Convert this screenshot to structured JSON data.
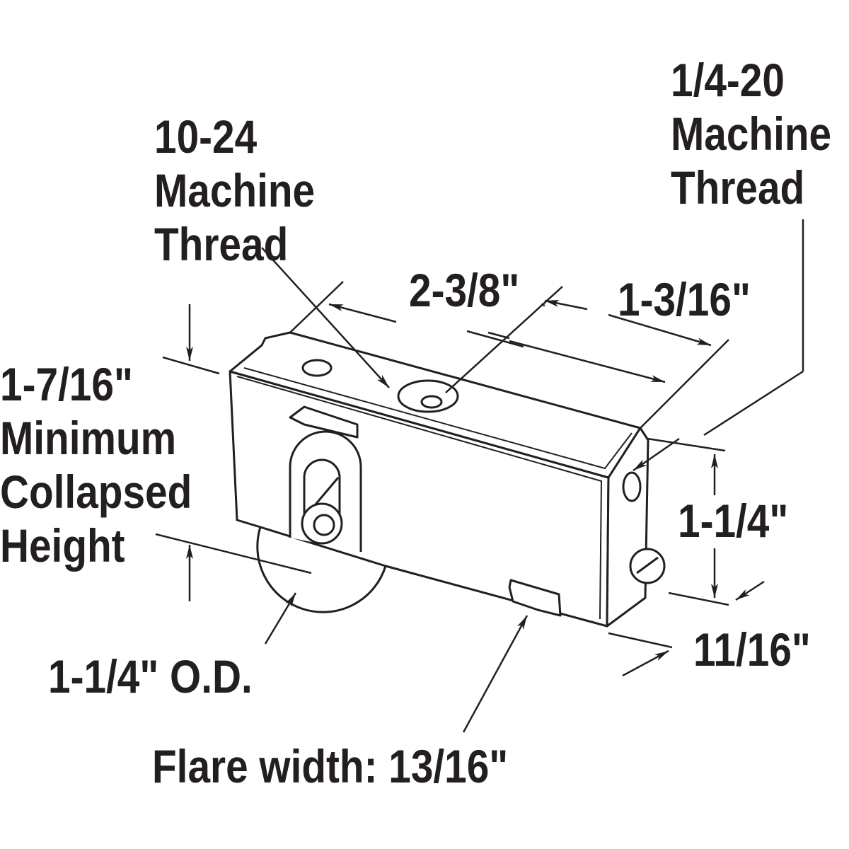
{
  "labels": {
    "thread_10_24": [
      "10-24",
      "Machine",
      "Thread"
    ],
    "thread_1_4_20": [
      "1/4-20",
      "Machine",
      "Thread"
    ],
    "length_2_3_8": "2-3/8\"",
    "length_1_3_16": "1-3/16\"",
    "min_height": [
      "1-7/16\"",
      "Minimum",
      "Collapsed",
      "Height"
    ],
    "height_1_1_4": "1-1/4\"",
    "width_11_16": "11/16\"",
    "wheel_od": "1-1/4\" O.D.",
    "flare_width": "Flare width: 13/16\""
  },
  "colors": {
    "ink": "#231f20",
    "background": "#ffffff"
  }
}
